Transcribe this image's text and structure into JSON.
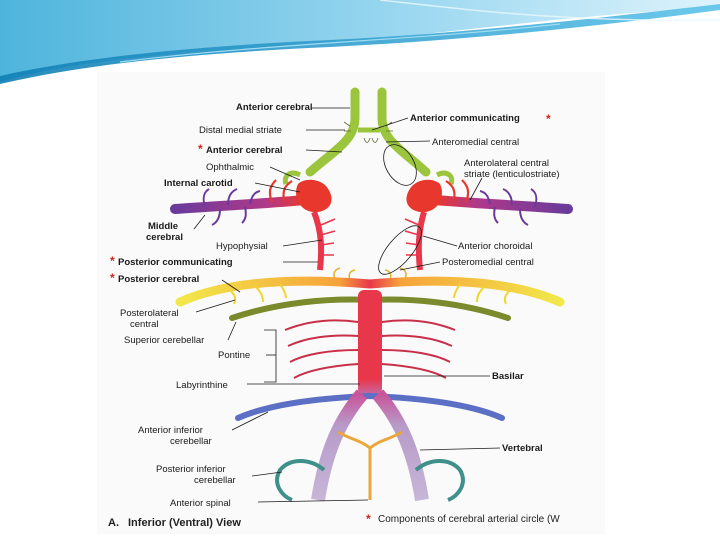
{
  "diagram": {
    "caption_letter": "A.",
    "caption": "Inferior (Ventral) View",
    "footnote_star": "*",
    "footnote": "Components of cerebral arterial circle (W",
    "labels": {
      "anterior_cerebral_top": "Anterior cerebral",
      "anterior_communicating": "Anterior communicating",
      "distal_medial_striate": "Distal medial striate",
      "anteromedial_central": "Anteromedial central",
      "anterior_cerebral": "Anterior cerebral",
      "ophthalmic": "Ophthalmic",
      "internal_carotid": "Internal carotid",
      "anterolateral_central_1": "Anterolateral central",
      "anterolateral_central_2": "striate (lenticulostriate)",
      "middle_cerebral_1": "Middle",
      "middle_cerebral_2": "cerebral",
      "hypophysial": "Hypophysial",
      "anterior_choroidal": "Anterior choroidal",
      "posterior_communicating": "Posterior communicating",
      "posteromedial_central": "Posteromedial central",
      "posterior_cerebral": "Posterior cerebral",
      "posterolateral_central_1": "Posterolateral",
      "posterolateral_central_2": "central",
      "superior_cerebellar": "Superior cerebellar",
      "pontine": "Pontine",
      "basilar": "Basilar",
      "labyrinthine": "Labyrinthine",
      "anterior_inferior_cerebellar_1": "Anterior inferior",
      "anterior_inferior_cerebellar_2": "cerebellar",
      "vertebral": "Vertebral",
      "posterior_inferior_cerebellar_1": "Posterior inferior",
      "posterior_inferior_cerebellar_2": "cerebellar",
      "anterior_spinal": "Anterior spinal"
    },
    "star_mark": "*",
    "colors": {
      "anterior": "#9bc53d",
      "carotid": "#e8372c",
      "middle": "#7b3f98",
      "posterior": "#f3e03a",
      "basilar": "#e8374a",
      "vertebral": "#b79bc9",
      "aica": "#5b6fc4",
      "spinal": "#e9a63a"
    }
  }
}
